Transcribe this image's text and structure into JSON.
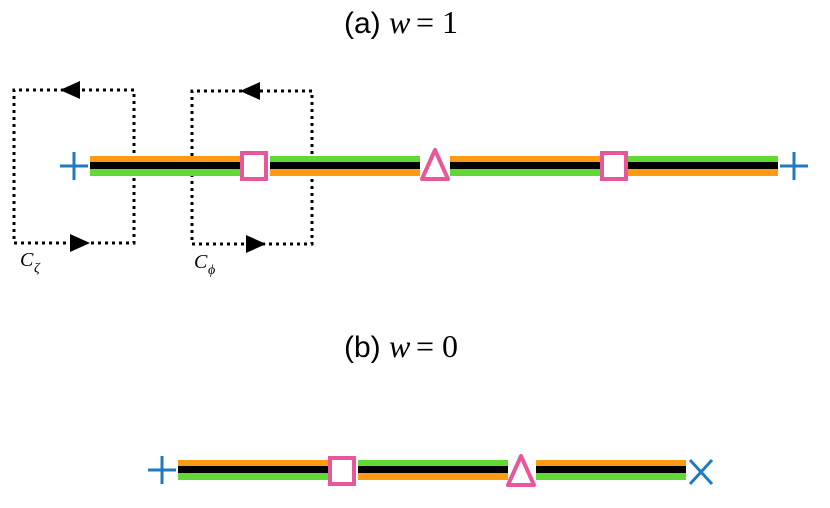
{
  "colors": {
    "orange": "#ff9a12",
    "green": "#62d836",
    "black": "#000000",
    "pink": "#e9579b",
    "blue": "#1f7bbf"
  },
  "panel_a": {
    "label_prefix": "(a)",
    "label_var": "w",
    "label_eq": "= 1",
    "endpoint_left_icon": "plus-icon",
    "endpoint_right_icon": "plus-icon",
    "markers": [
      "square-icon",
      "triangle-icon",
      "square-icon"
    ],
    "contours": [
      {
        "main": "C",
        "sub": "ζ"
      },
      {
        "main": "C",
        "sub": "ϕ"
      }
    ]
  },
  "panel_b": {
    "label_prefix": "(b)",
    "label_var": "w",
    "label_eq": "= 0",
    "endpoint_left_icon": "plus-icon",
    "endpoint_right_icon": "cross-icon",
    "markers": [
      "square-icon",
      "triangle-icon"
    ]
  }
}
